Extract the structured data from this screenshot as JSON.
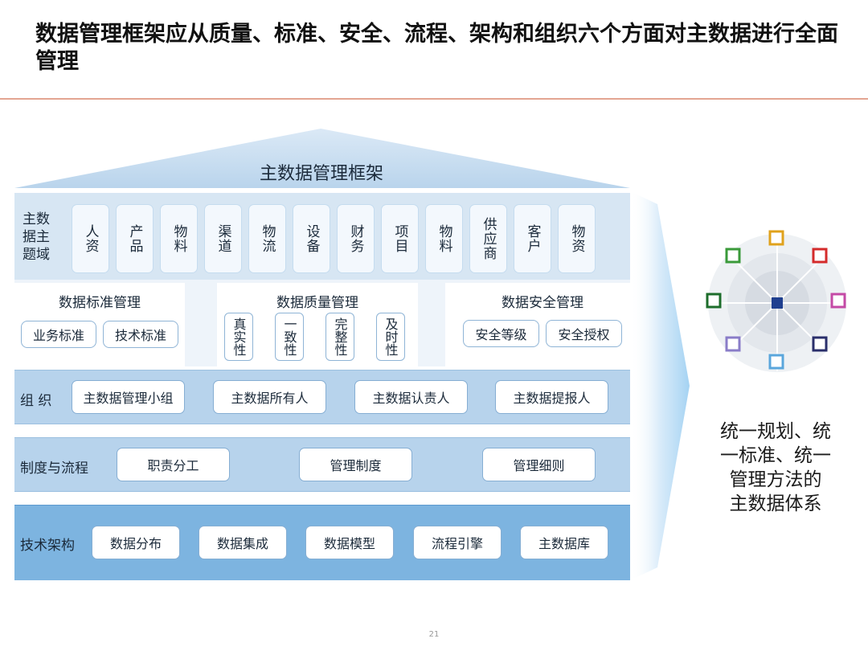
{
  "slide": {
    "title": "数据管理框架应从质量、标准、安全、流程、架构和组织六个方面对主数据进行全面管理",
    "page_number": "21"
  },
  "framework": {
    "title": "主数据管理框架",
    "domain_label": "主数据主题域",
    "domains": [
      "人资",
      "产品",
      "物料",
      "渠道",
      "物流",
      "设备",
      "财务",
      "项目",
      "物料",
      "供应商",
      "客户",
      "物资"
    ],
    "standard_mgmt": {
      "title": "数据标准管理",
      "items": [
        "业务标准",
        "技术标准"
      ]
    },
    "quality_mgmt": {
      "title": "数据质量管理",
      "items": [
        "真实性",
        "一致性",
        "完整性",
        "及时性"
      ]
    },
    "security_mgmt": {
      "title": "数据安全管理",
      "items": [
        "安全等级",
        "安全授权"
      ]
    },
    "organization": {
      "label": "组 织",
      "items": [
        "主数据管理小组",
        "主数据所有人",
        "主数据认责人",
        "主数据提报人"
      ]
    },
    "process": {
      "label": "制度与流程",
      "items": [
        "职责分工",
        "管理制度",
        "管理细则"
      ]
    },
    "technology": {
      "label": "技术架构",
      "items": [
        "数据分布",
        "数据集成",
        "数据模型",
        "流程引擎",
        "主数据库"
      ]
    }
  },
  "summary": {
    "lines": [
      "统一规划、统",
      "一标准、统一",
      "管理方法的",
      "主数据体系"
    ]
  },
  "colors": {
    "roof": "#cfe2f3",
    "domain_band": "#d7e6f3",
    "org_band": "#b7d3ec",
    "tech_band": "#7db4e0",
    "accent_line": "#e3a592"
  }
}
